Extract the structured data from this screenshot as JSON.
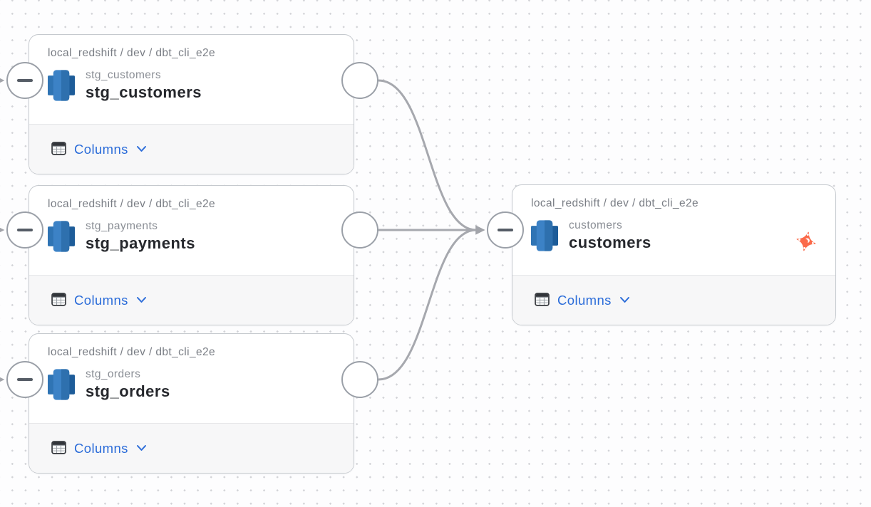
{
  "colors": {
    "accent_blue": "#2b6cd9",
    "dbt_orange": "#fb6a4a",
    "redshift_blue": "#3c82c6",
    "edge_gray": "#a6a8ae",
    "card_border": "#c5c9ce",
    "footer_bg": "#f7f7f8"
  },
  "icons": {
    "node_type": "redshift-table-icon",
    "columns": "table-grid-icon",
    "expander": "chevron-down-icon",
    "collapse": "minus-icon",
    "badge": "dbt-icon"
  },
  "nodes": [
    {
      "breadcrumb": "local_redshift / dev / dbt_cli_e2e",
      "subtitle": "stg_customers",
      "title": "stg_customers",
      "columns_label": "Columns"
    },
    {
      "breadcrumb": "local_redshift / dev / dbt_cli_e2e",
      "subtitle": "stg_payments",
      "title": "stg_payments",
      "columns_label": "Columns"
    },
    {
      "breadcrumb": "local_redshift / dev / dbt_cli_e2e",
      "subtitle": "stg_orders",
      "title": "stg_orders",
      "columns_label": "Columns"
    },
    {
      "breadcrumb": "local_redshift / dev / dbt_cli_e2e",
      "subtitle": "customers",
      "title": "customers",
      "columns_label": "Columns"
    }
  ],
  "edges": [
    {
      "from": "stg_customers",
      "to": "customers"
    },
    {
      "from": "stg_payments",
      "to": "customers"
    },
    {
      "from": "stg_orders",
      "to": "customers"
    }
  ]
}
